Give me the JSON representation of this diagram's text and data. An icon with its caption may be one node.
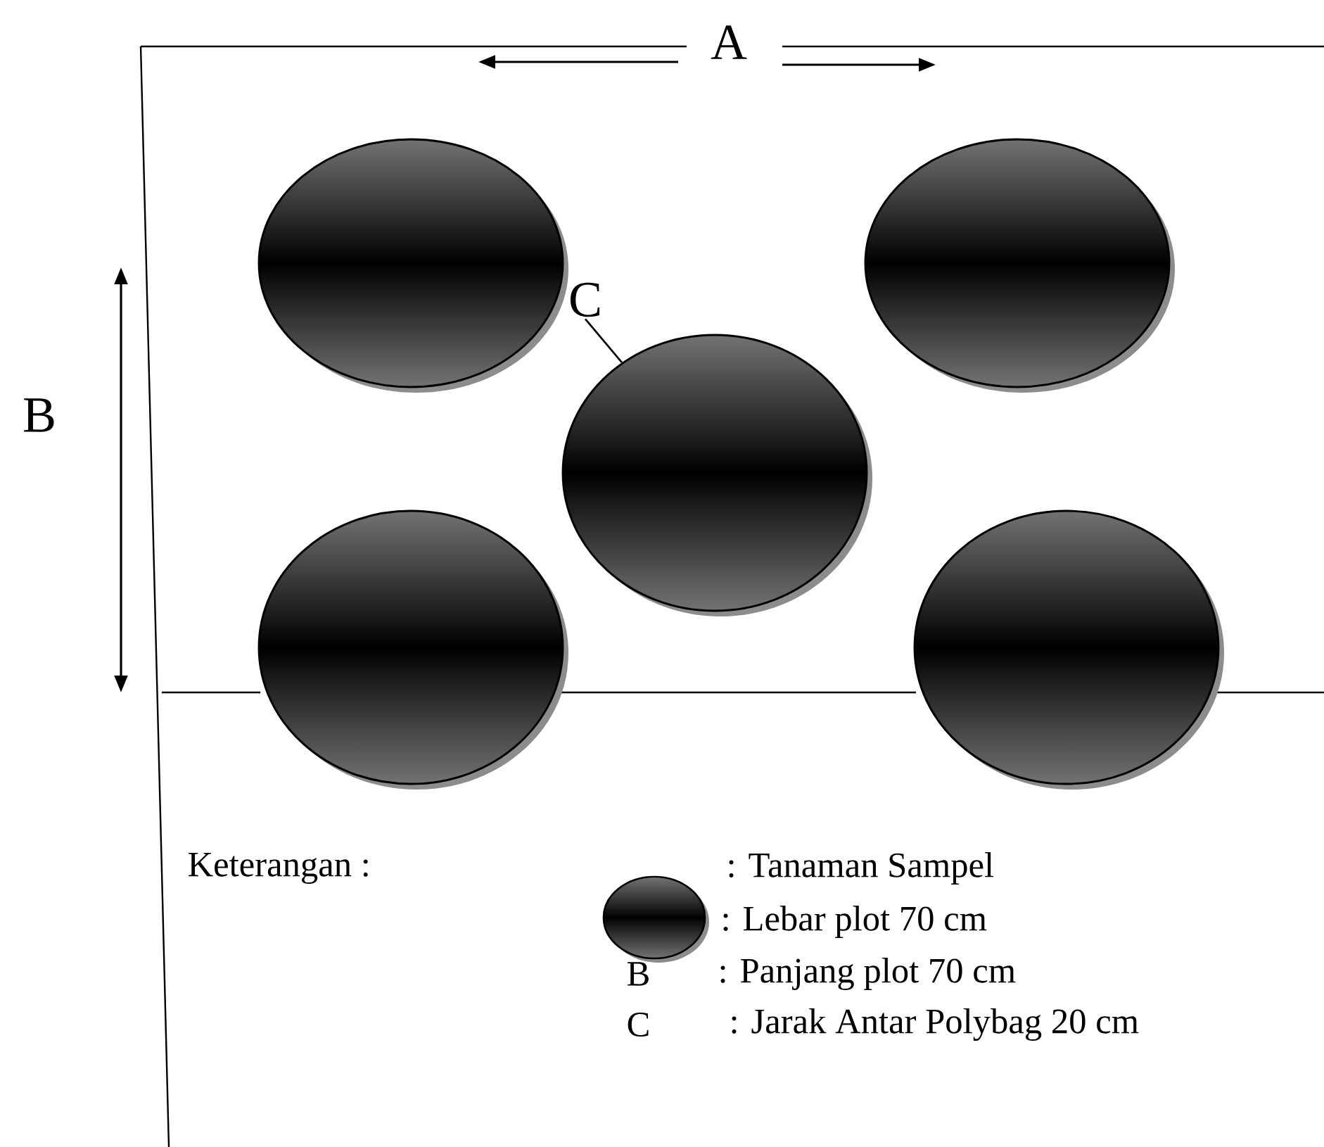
{
  "diagram": {
    "nodes": [
      {
        "text": [],
        "shape": "ellipse"
      },
      {
        "text": [],
        "shape": "ellipse"
      },
      {
        "text": [],
        "shape": "ellipse"
      },
      {
        "text": [],
        "shape": "ellipse"
      },
      {
        "text": [],
        "shape": "ellipse"
      },
      {
        "text": [
          "C"
        ]
      }
    ],
    "edges": [
      {
        "from": 5,
        "to": 2,
        "arrow": "none"
      }
    ],
    "labels": [
      "A",
      "B",
      "Keterangan :",
      ": Lebar plot 70 cm",
      "B",
      ": Panjang plot 70 cm",
      "C",
      ": Jarak Antar Polybag 20 cm"
    ],
    "legend": [
      {
        "text": ": Tanaman Sampel"
      }
    ]
  }
}
